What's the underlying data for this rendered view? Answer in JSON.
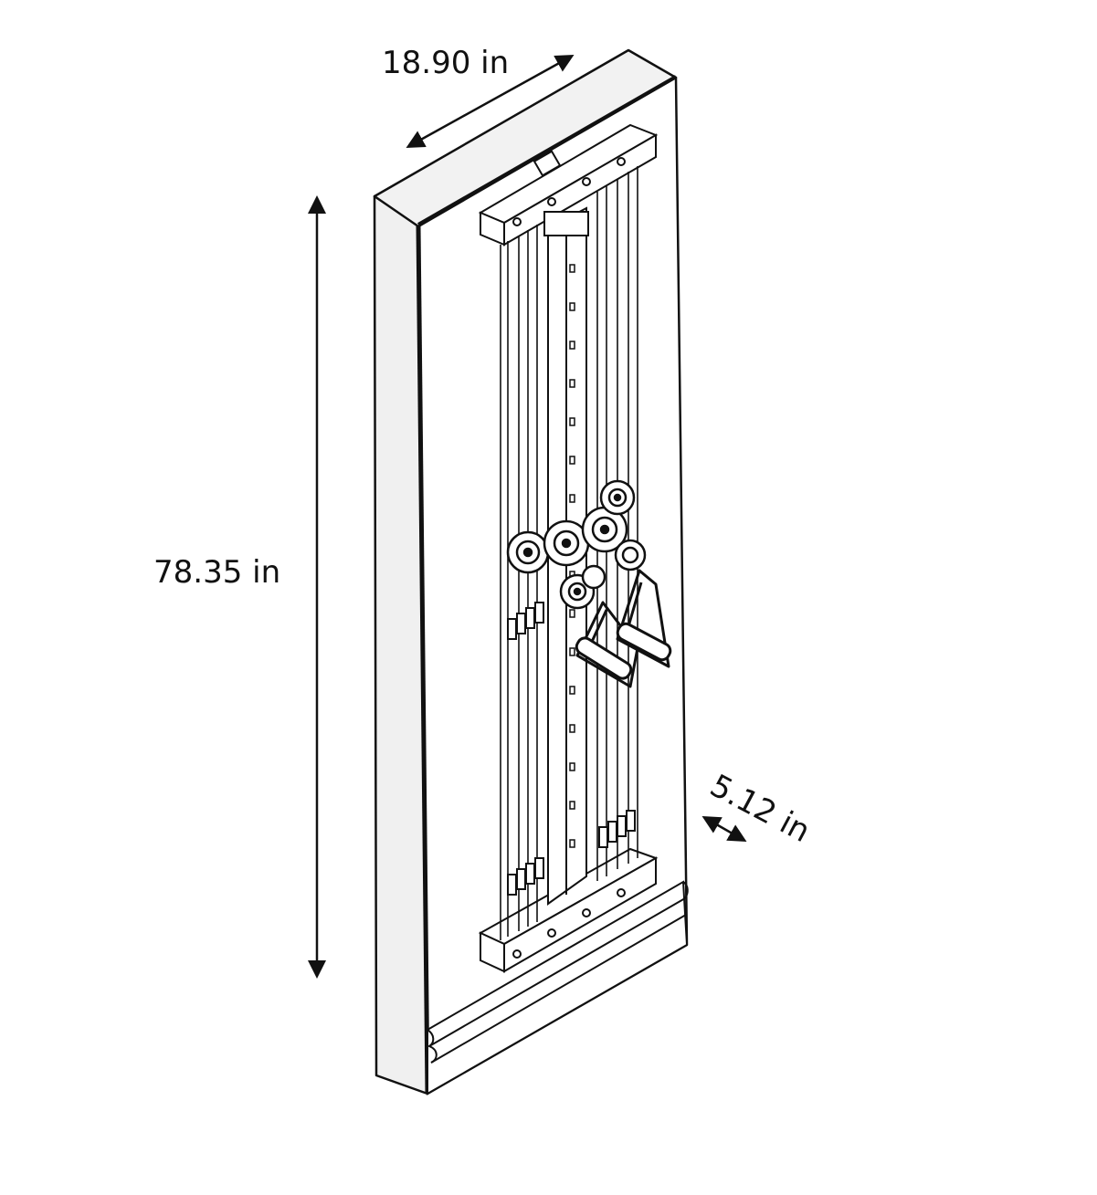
{
  "dimensions": {
    "width_label": "18.90 in",
    "height_label": "78.35 in",
    "depth_label": "5.12 in"
  },
  "colors": {
    "line": "#111111",
    "panel": "#ffffff",
    "side_face": "#f0f0f0",
    "top_face": "#f2f2f2"
  }
}
